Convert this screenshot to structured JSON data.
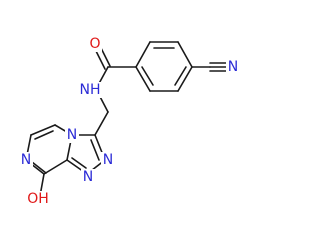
{
  "diagram": {
    "type": "skeletal-structure",
    "colors": {
      "bond": "#1a1a1a",
      "nitrogen": "#2b2bd6",
      "oxygen": "#e01818",
      "background": "#ffffff"
    },
    "atoms": {
      "carbonyl_oxygen": "O",
      "amide_nh": "NH",
      "nitrile_n": "N",
      "ring_n_fused": "N",
      "ring_n_pyrazine": "N",
      "ring_n_triazole_a": "N",
      "ring_n_triazole_b": "N",
      "hydroxyl": "OH"
    }
  }
}
